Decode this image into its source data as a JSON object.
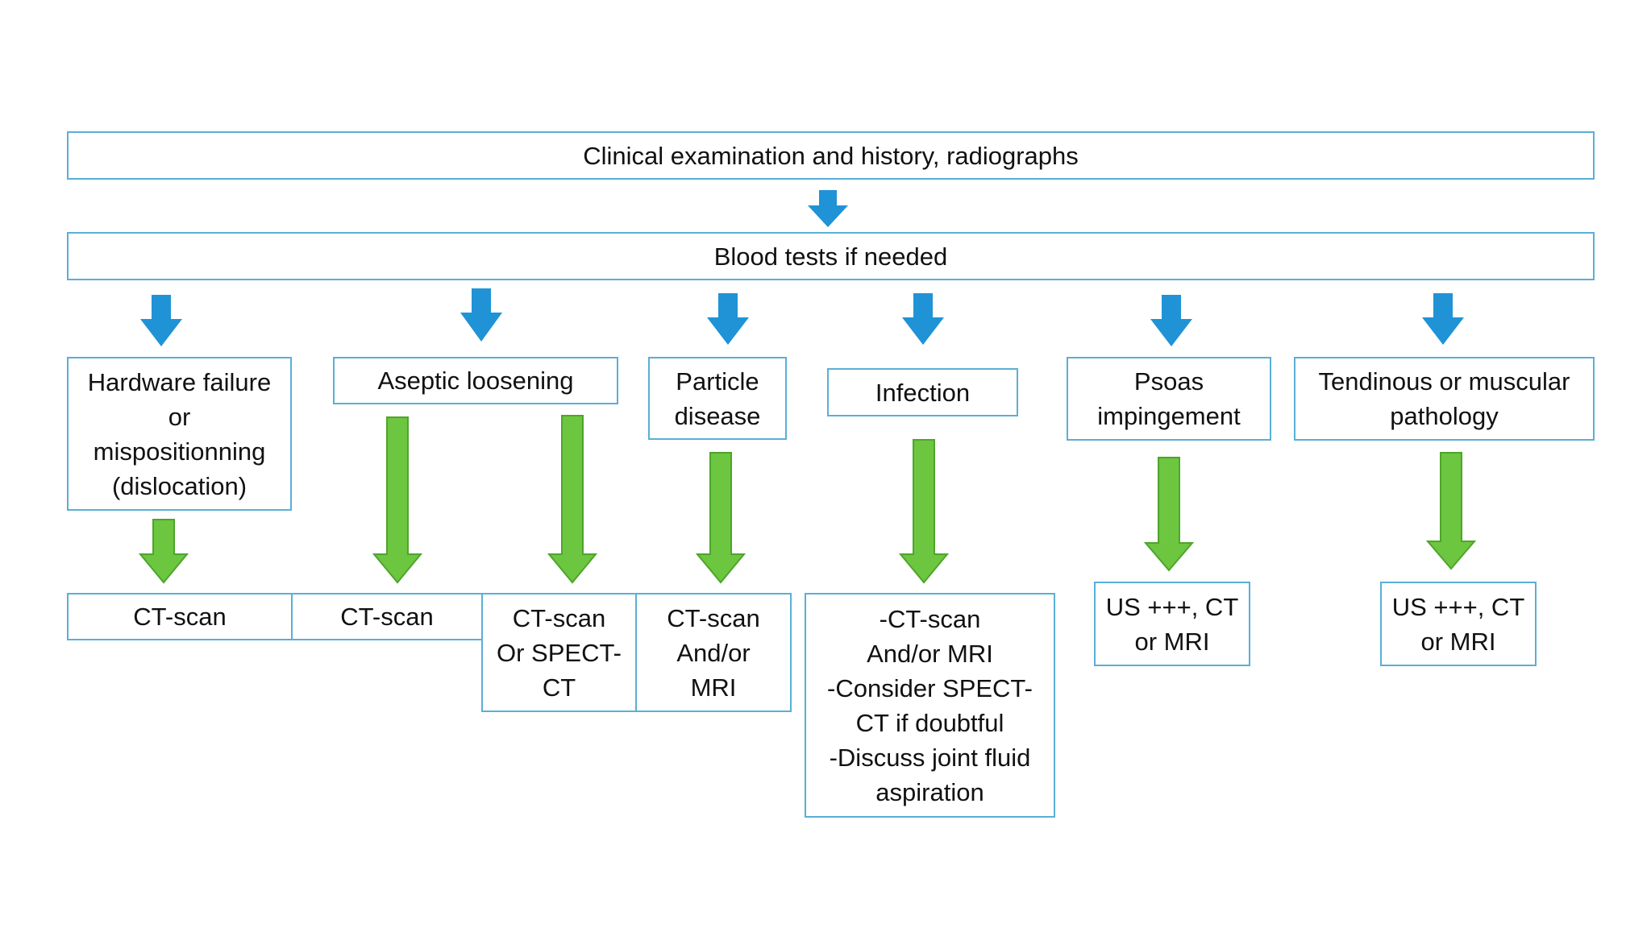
{
  "colors": {
    "box_border": "#5aafd6",
    "arrow_blue": "#1f93d6",
    "arrow_green": "#6cc63f",
    "arrow_green_edge": "#4ea52b"
  },
  "flow": {
    "top": "Clinical examination and history, radiographs",
    "blood": "Blood tests if needed",
    "categories": {
      "hardware": "Hardware failure\nor\nmispositionning\n(dislocation)",
      "aseptic": "Aseptic loosening",
      "particle": "Particle\ndisease",
      "infection": "Infection",
      "psoas": "Psoas\nimpingement",
      "tendinous": "Tendinous or muscular\npathology"
    },
    "results": {
      "hardware": "CT-scan",
      "aseptic_a": "CT-scan",
      "aseptic_b": "CT-scan\nOr SPECT-\nCT",
      "particle": "CT-scan\nAnd/or\nMRI",
      "infection": "-CT-scan\nAnd/or MRI\n-Consider SPECT-\nCT if doubtful\n-Discuss joint fluid\naspiration",
      "psoas": "US +++, CT\nor MRI",
      "tendinous": "US +++, CT\nor MRI"
    }
  }
}
